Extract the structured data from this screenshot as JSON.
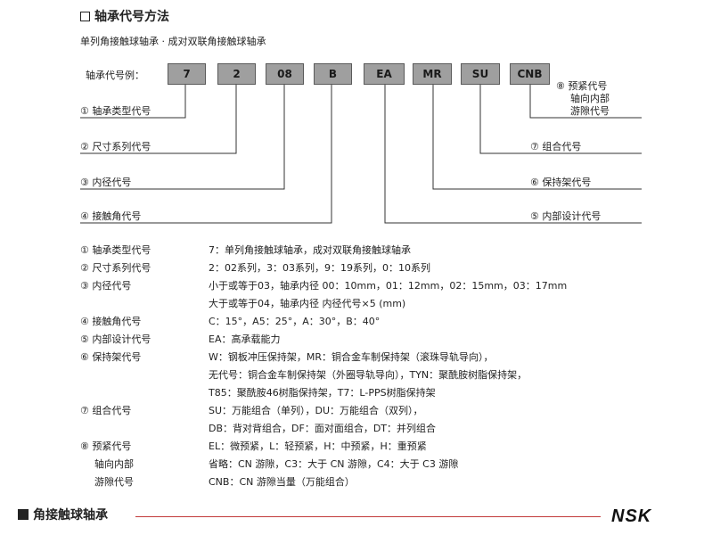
{
  "header": {
    "title": "轴承代号方法",
    "subtitle": "单列角接触球轴承 · 成对双联角接触球轴承"
  },
  "example": {
    "label": "轴承代号例：",
    "codes": [
      "7",
      "2",
      "08",
      "B",
      "EA",
      "MR",
      "SU",
      "CNB"
    ]
  },
  "diagram": {
    "left_labels": [
      "① 轴承类型代号",
      "② 尺寸系列代号",
      "③ 内径代号",
      "④ 接触角代号"
    ],
    "right_labels": [
      "⑦ 组合代号",
      "⑥ 保持架代号",
      "⑤ 内部设计代号"
    ],
    "preload_label": [
      "⑧ 预紧代号",
      "轴向内部",
      "游隙代号"
    ]
  },
  "descriptions": [
    {
      "label": "① 轴承类型代号",
      "text": "7：单列角接触球轴承，成对双联角接触球轴承"
    },
    {
      "label": "② 尺寸系列代号",
      "text": "2：02系列，3：03系列，9：19系列，0：10系列"
    },
    {
      "label": "③ 内径代号",
      "text": "小于或等于03，轴承内径 00：10mm，01：12mm，02：15mm，03：17mm"
    },
    {
      "label": "",
      "text": "大于或等于04，轴承内径 内径代号×5 (mm)"
    },
    {
      "label": "④ 接触角代号",
      "text": "C：15°，A5：25°，A：30°，B：40°"
    },
    {
      "label": "⑤ 内部设计代号",
      "text": "EA：高承载能力"
    },
    {
      "label": "⑥ 保持架代号",
      "text": "W：钢板冲压保持架，MR：铜合金车制保持架（滚珠导轨导向），"
    },
    {
      "label": "",
      "text": "无代号：铜合金车制保持架（外圈导轨导向），TYN：聚酰胺树脂保持架，"
    },
    {
      "label": "",
      "text": "T85：聚酰胺46树脂保持架，T7：L-PPS树脂保持架"
    },
    {
      "label": "⑦ 组合代号",
      "text": "SU：万能组合（单列），DU：万能组合（双列），"
    },
    {
      "label": "",
      "text": "DB：背对背组合，DF：面对面组合，DT：并列组合"
    },
    {
      "label": "⑧ 预紧代号",
      "text": "EL：微预紧，L：轻预紧，H：中预紧，H：重预紧"
    },
    {
      "label": "轴向内部",
      "text": "省略：CN 游隙，C3：大于 CN 游隙，C4：大于 C3 游隙"
    },
    {
      "label": "游隙代号",
      "text": "CNB：CN 游隙当量（万能组合）"
    }
  ],
  "footer": {
    "title": "角接触球轴承",
    "logo": "NSK"
  },
  "colors": {
    "box_fill": "#9f9f9f",
    "footer_line": "#c23a3a"
  }
}
